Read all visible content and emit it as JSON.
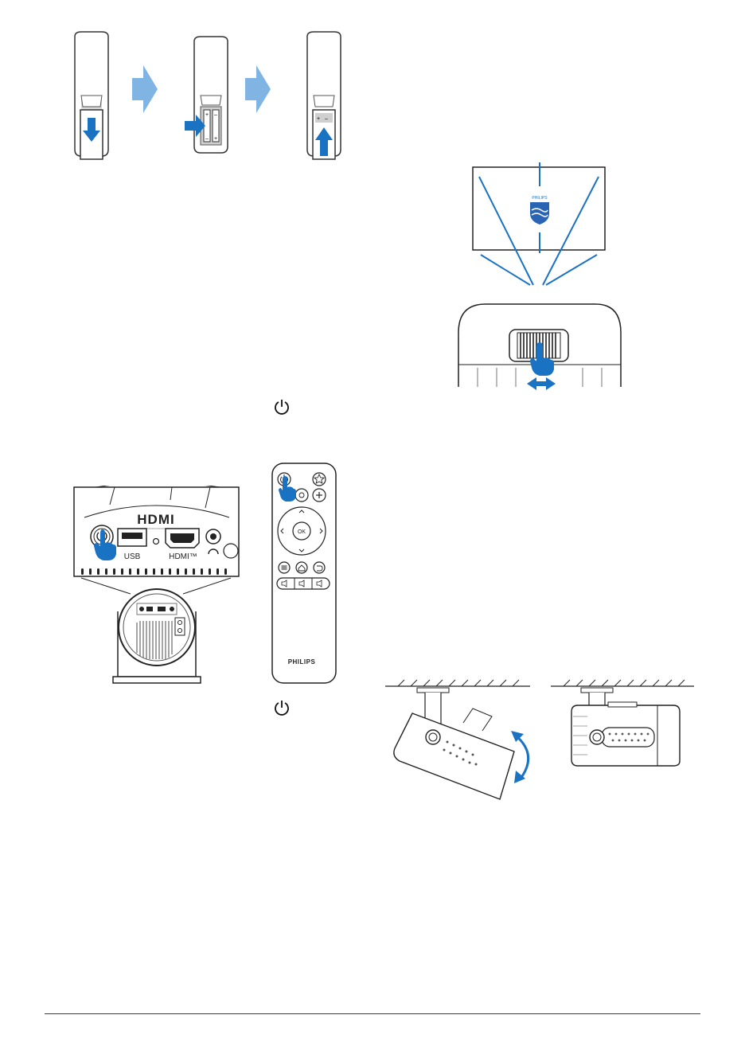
{
  "colors": {
    "accent_blue": "#1a73c2",
    "arrow_light_blue": "#7fb4e3",
    "line": "#333333",
    "grey": "#bfbfbf"
  },
  "figure_remote_battery": {
    "steps": 3
  },
  "figure_focus": {
    "brand": "PHILIPS"
  },
  "figure_ports": {
    "hdmi_logo": "HDMI",
    "usb_label": "USB",
    "hdmi_label": "HDMI™"
  },
  "figure_remote": {
    "ok_label": "OK",
    "brand": "PHILIPS"
  },
  "icons": [
    "power-icon",
    "power-icon"
  ]
}
